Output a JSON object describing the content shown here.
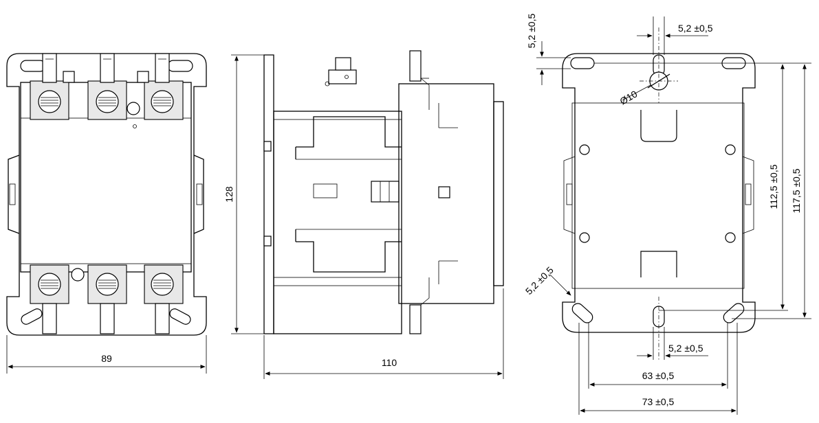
{
  "views": {
    "front": {
      "width_label": "89"
    },
    "side": {
      "height_label": "128",
      "width_label": "110"
    },
    "mounting": {
      "top_offset": "5,2 ±0,5",
      "top_slot": "5,2 ±0,5",
      "hole_diameter": "Ø10",
      "diag_slot": "5,2 ±0,5",
      "height_inner": "112,5 ±0,5",
      "height_outer": "117,5 ±0,5",
      "bottom_slot": "5,2 ±0,5",
      "width_inner": "63 ±0,5",
      "width_outer": "73 ±0,5"
    }
  }
}
